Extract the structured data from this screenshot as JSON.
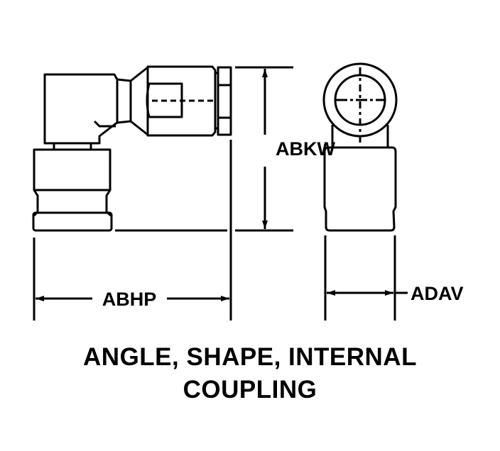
{
  "dimensions": {
    "height_label": "ABKW",
    "length_label": "ABHP",
    "diameter_label": "ADAV"
  },
  "caption": {
    "line1": "ANGLE, SHAPE, INTERNAL",
    "line2": "COUPLING"
  },
  "colors": {
    "stroke": "#000000",
    "background": "#ffffff"
  }
}
